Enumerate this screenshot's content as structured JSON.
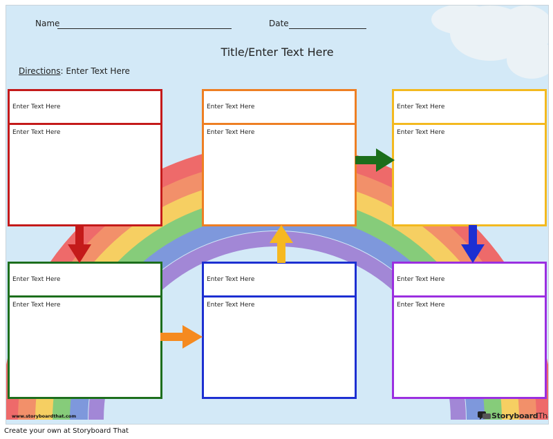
{
  "header": {
    "name_label": "Name",
    "date_label": "Date",
    "title": "Title/Enter Text Here",
    "directions_label": "Directions",
    "directions_text": ": Enter Text Here"
  },
  "cards": [
    {
      "color": "#c41a1a",
      "title": "Enter Text Here",
      "body": "Enter Text Here"
    },
    {
      "color": "#ee7f23",
      "title": "Enter Text Here",
      "body": "Enter Text Here"
    },
    {
      "color": "#f3b91f",
      "title": "Enter Text Here",
      "body": "Enter Text Here"
    },
    {
      "color": "#1c6e1c",
      "title": "Enter Text Here",
      "body": "Enter Text Here"
    },
    {
      "color": "#1c2fd2",
      "title": "Enter Text Here",
      "body": "Enter Text Here"
    },
    {
      "color": "#9b2fe0",
      "title": "Enter Text Here",
      "body": "Enter Text Here"
    }
  ],
  "arrows": [
    {
      "name": "red-down-arrow",
      "color": "#c41a1a"
    },
    {
      "name": "yellow-up-arrow",
      "color": "#f6b820"
    },
    {
      "name": "green-right-arrow",
      "color": "#1b6e1b"
    },
    {
      "name": "blue-down-arrow",
      "color": "#1c2fd2"
    },
    {
      "name": "orange-right-arrow",
      "color": "#f58a1f"
    }
  ],
  "rainbow_colors": [
    "#ee6a6a",
    "#f2906a",
    "#f6cf62",
    "#86cc7a",
    "#7e98dc",
    "#a287d6"
  ],
  "footer": {
    "url": "www.storyboardthat.com",
    "logo_bold": "Storyboard",
    "logo_light": "That",
    "caption": "Create your own at Storyboard That"
  }
}
